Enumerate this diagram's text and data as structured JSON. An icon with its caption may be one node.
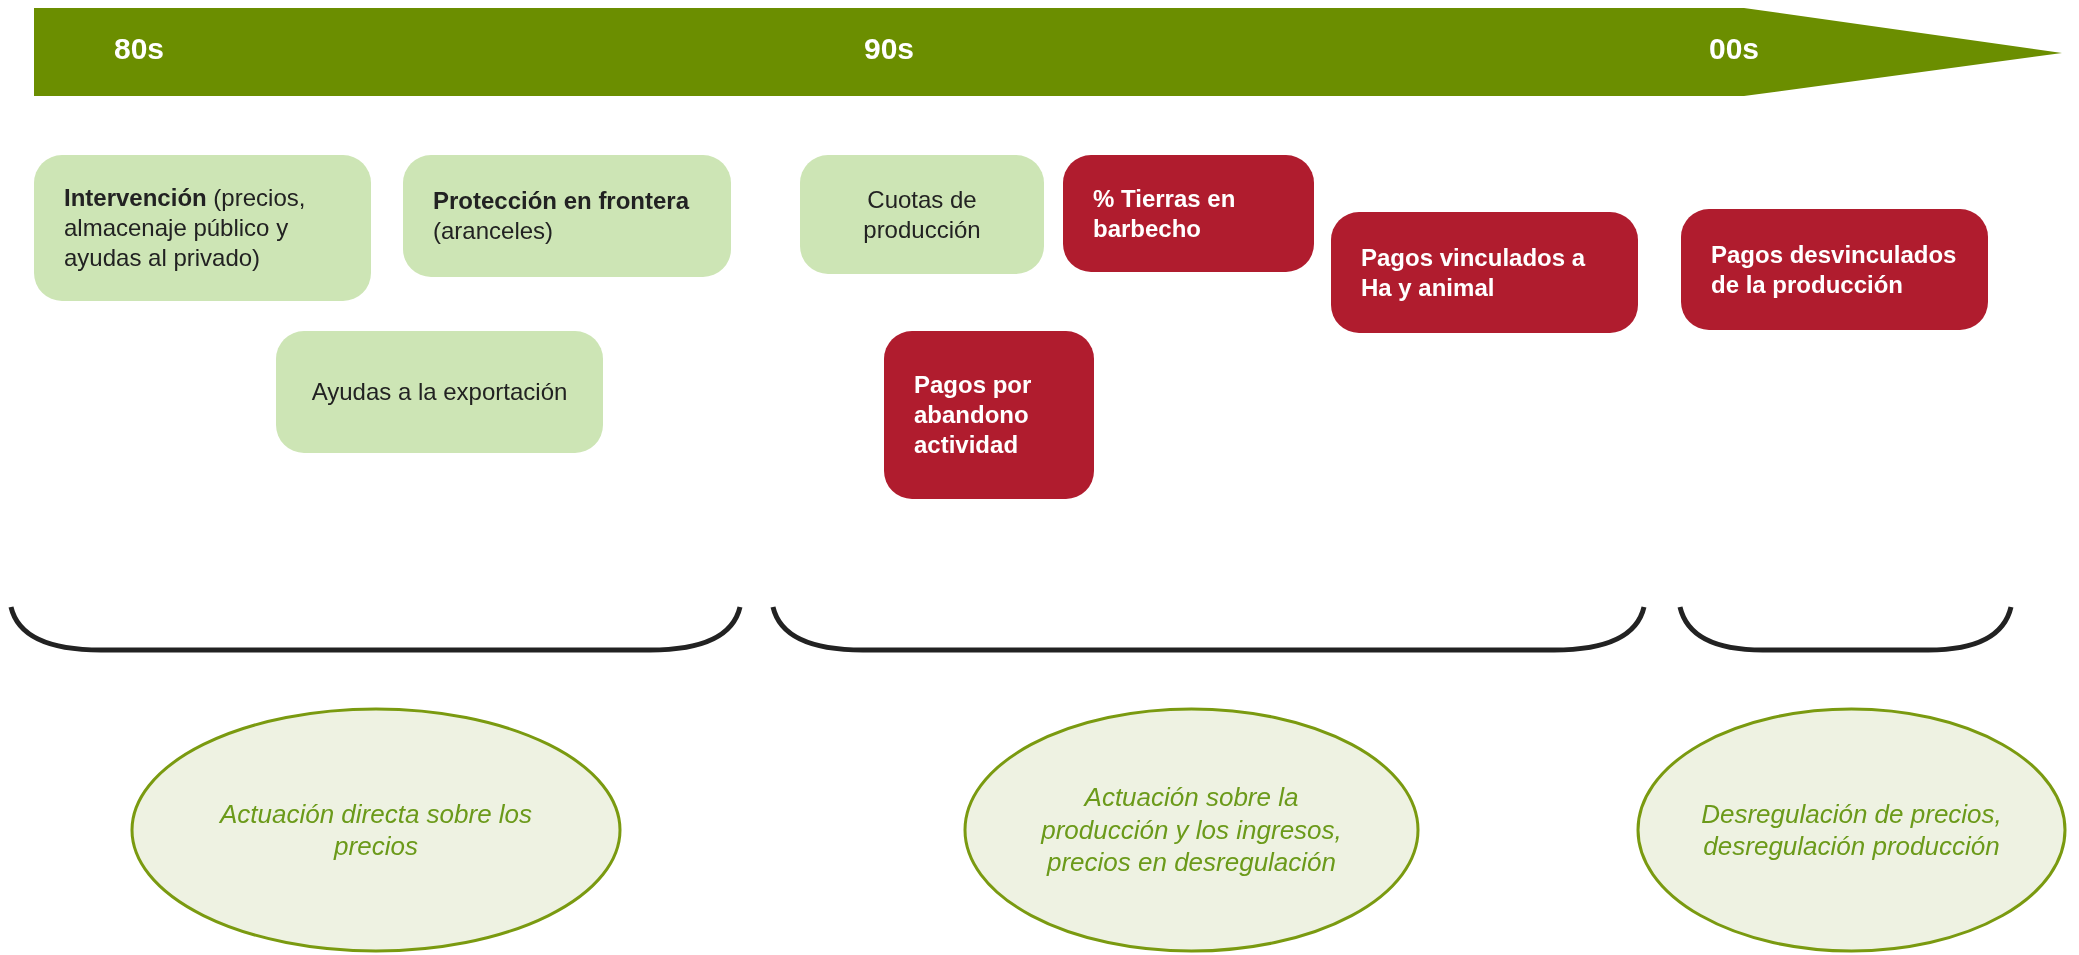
{
  "diagram": {
    "nodes": [
      {
        "text": [
          "80s",
          "90s",
          "00s"
        ]
      },
      {
        "text": [
          "**Intervención** (precios, almacenaje público y ayudas al privado)"
        ]
      },
      {
        "text": [
          "**Protección en frontera** (aranceles)"
        ]
      },
      {
        "text": [
          "Cuotas de producción"
        ]
      },
      {
        "text": [
          "% Tierras en barbecho"
        ]
      },
      {
        "text": [
          "Pagos vinculados a Ha y animal"
        ]
      },
      {
        "text": [
          "Pagos desvinculados de la producción"
        ]
      },
      {
        "text": [
          "Ayudas a la exportación"
        ]
      },
      {
        "text": [
          "Pagos por abandono actividad"
        ]
      },
      {
        "text": [
          "Actuación directa sobre los precios"
        ]
      },
      {
        "text": [
          "Actuación sobre la producción y los ingresos, precios en desregulación"
        ]
      },
      {
        "text": [
          "Desregulación de precios, desregulación producción"
        ]
      }
    ],
    "edges": []
  }
}
